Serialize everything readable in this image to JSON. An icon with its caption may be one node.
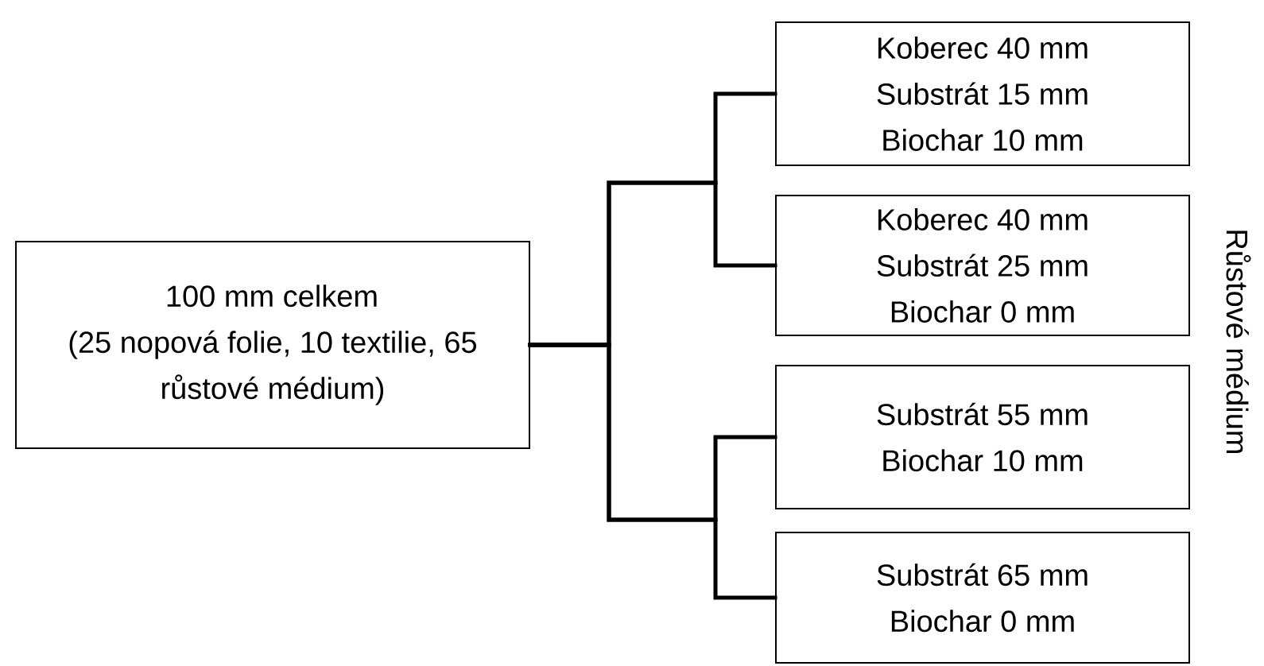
{
  "diagram": {
    "nodes": [
      {
        "text": [
          "100 mm celkem (25 nopová folie, 10 textilie, 65 růstové médium)"
        ]
      },
      {
        "text": [
          "Koberec 40 mm Substrát 15 mm Biochar 10 mm"
        ]
      },
      {
        "text": [
          "Koberec 40 mm Substrát 25 mm Biochar 0 mm"
        ]
      },
      {
        "text": [
          "Substrát 55 mm Biochar 10 mm"
        ]
      },
      {
        "text": [
          "Substrát 65 mm Biochar 0 mm"
        ]
      }
    ],
    "edges": [
      {
        "from": 0,
        "to": 1,
        "arrow": "none"
      },
      {
        "from": 0,
        "to": 2,
        "arrow": "none"
      },
      {
        "from": 0,
        "to": 3,
        "arrow": "none"
      },
      {
        "from": 0,
        "to": 4,
        "arrow": "none"
      }
    ],
    "labels": [
      "Růstové médium"
    ]
  }
}
